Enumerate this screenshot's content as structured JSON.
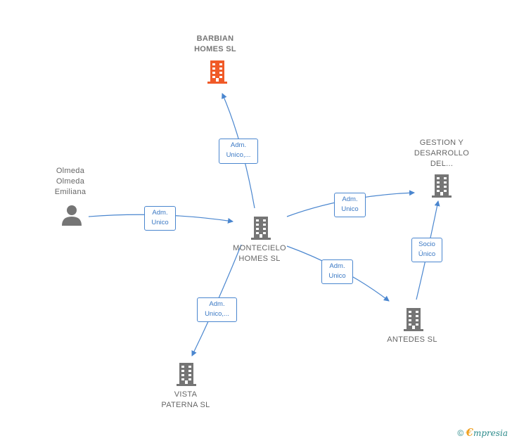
{
  "colors": {
    "edge": "#4a86cf",
    "icon_default": "#757575",
    "icon_highlight": "#f05a28"
  },
  "nodes": {
    "barbian": {
      "label": "BARBIAN\nHOMES  SL",
      "icon": "building-icon",
      "highlight": true
    },
    "olmeda": {
      "label": "Olmeda\nOlmeda\nEmiliana",
      "icon": "person-icon"
    },
    "montecielo": {
      "label": "MONTECIELO\nHOMES  SL",
      "icon": "building-icon"
    },
    "gestion": {
      "label": "GESTION Y\nDESARROLLO\nDEL...",
      "icon": "building-icon"
    },
    "antedes": {
      "label": "ANTEDES SL",
      "icon": "building-icon"
    },
    "vista": {
      "label": "VISTA\nPATERNA  SL",
      "icon": "building-icon"
    }
  },
  "edges": {
    "montecielo_barbian": "Adm.\nUnico,...",
    "olmeda_montecielo": "Adm.\nUnico",
    "montecielo_gestion": "Adm.\nUnico",
    "montecielo_antedes": "Adm.\nUnico",
    "montecielo_vista": "Adm.\nUnico,...",
    "antedes_gestion": "Socio\nÚnico"
  },
  "footer": {
    "copyright": "©",
    "brand_initial": "€",
    "brand_rest": "mpresia"
  }
}
